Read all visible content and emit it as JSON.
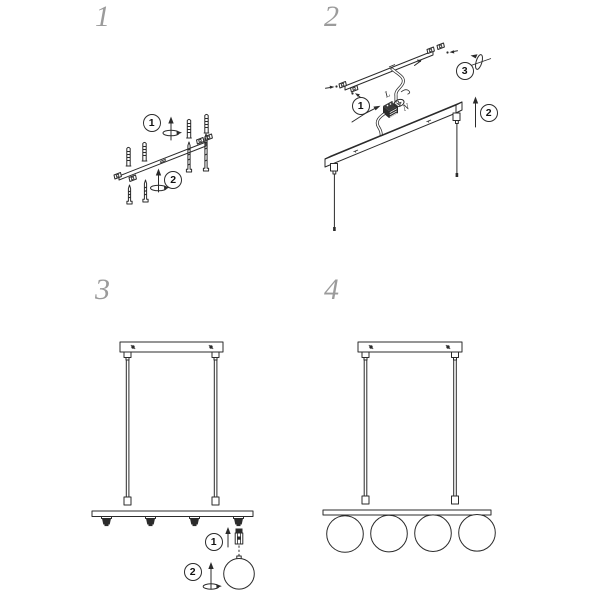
{
  "sheet": {
    "background_color": "#ffffff",
    "line_color": "#2b2b2b",
    "step_label_color": "#9b9b9b"
  },
  "steps": [
    {
      "label": "1",
      "badges": [
        "1",
        "2"
      ]
    },
    {
      "label": "2",
      "badges": [
        "1",
        "2",
        "3"
      ],
      "wiring": {
        "live": "L",
        "neutral": "N"
      }
    },
    {
      "label": "3",
      "badges": [
        "1",
        "2"
      ]
    },
    {
      "label": "4",
      "badges": []
    }
  ],
  "icons": {
    "up_arrow": "up-arrow-icon",
    "rotate": "rotate-arrow-icon",
    "push": "push-arrow-icon",
    "ground": "earth-ground-icon"
  }
}
